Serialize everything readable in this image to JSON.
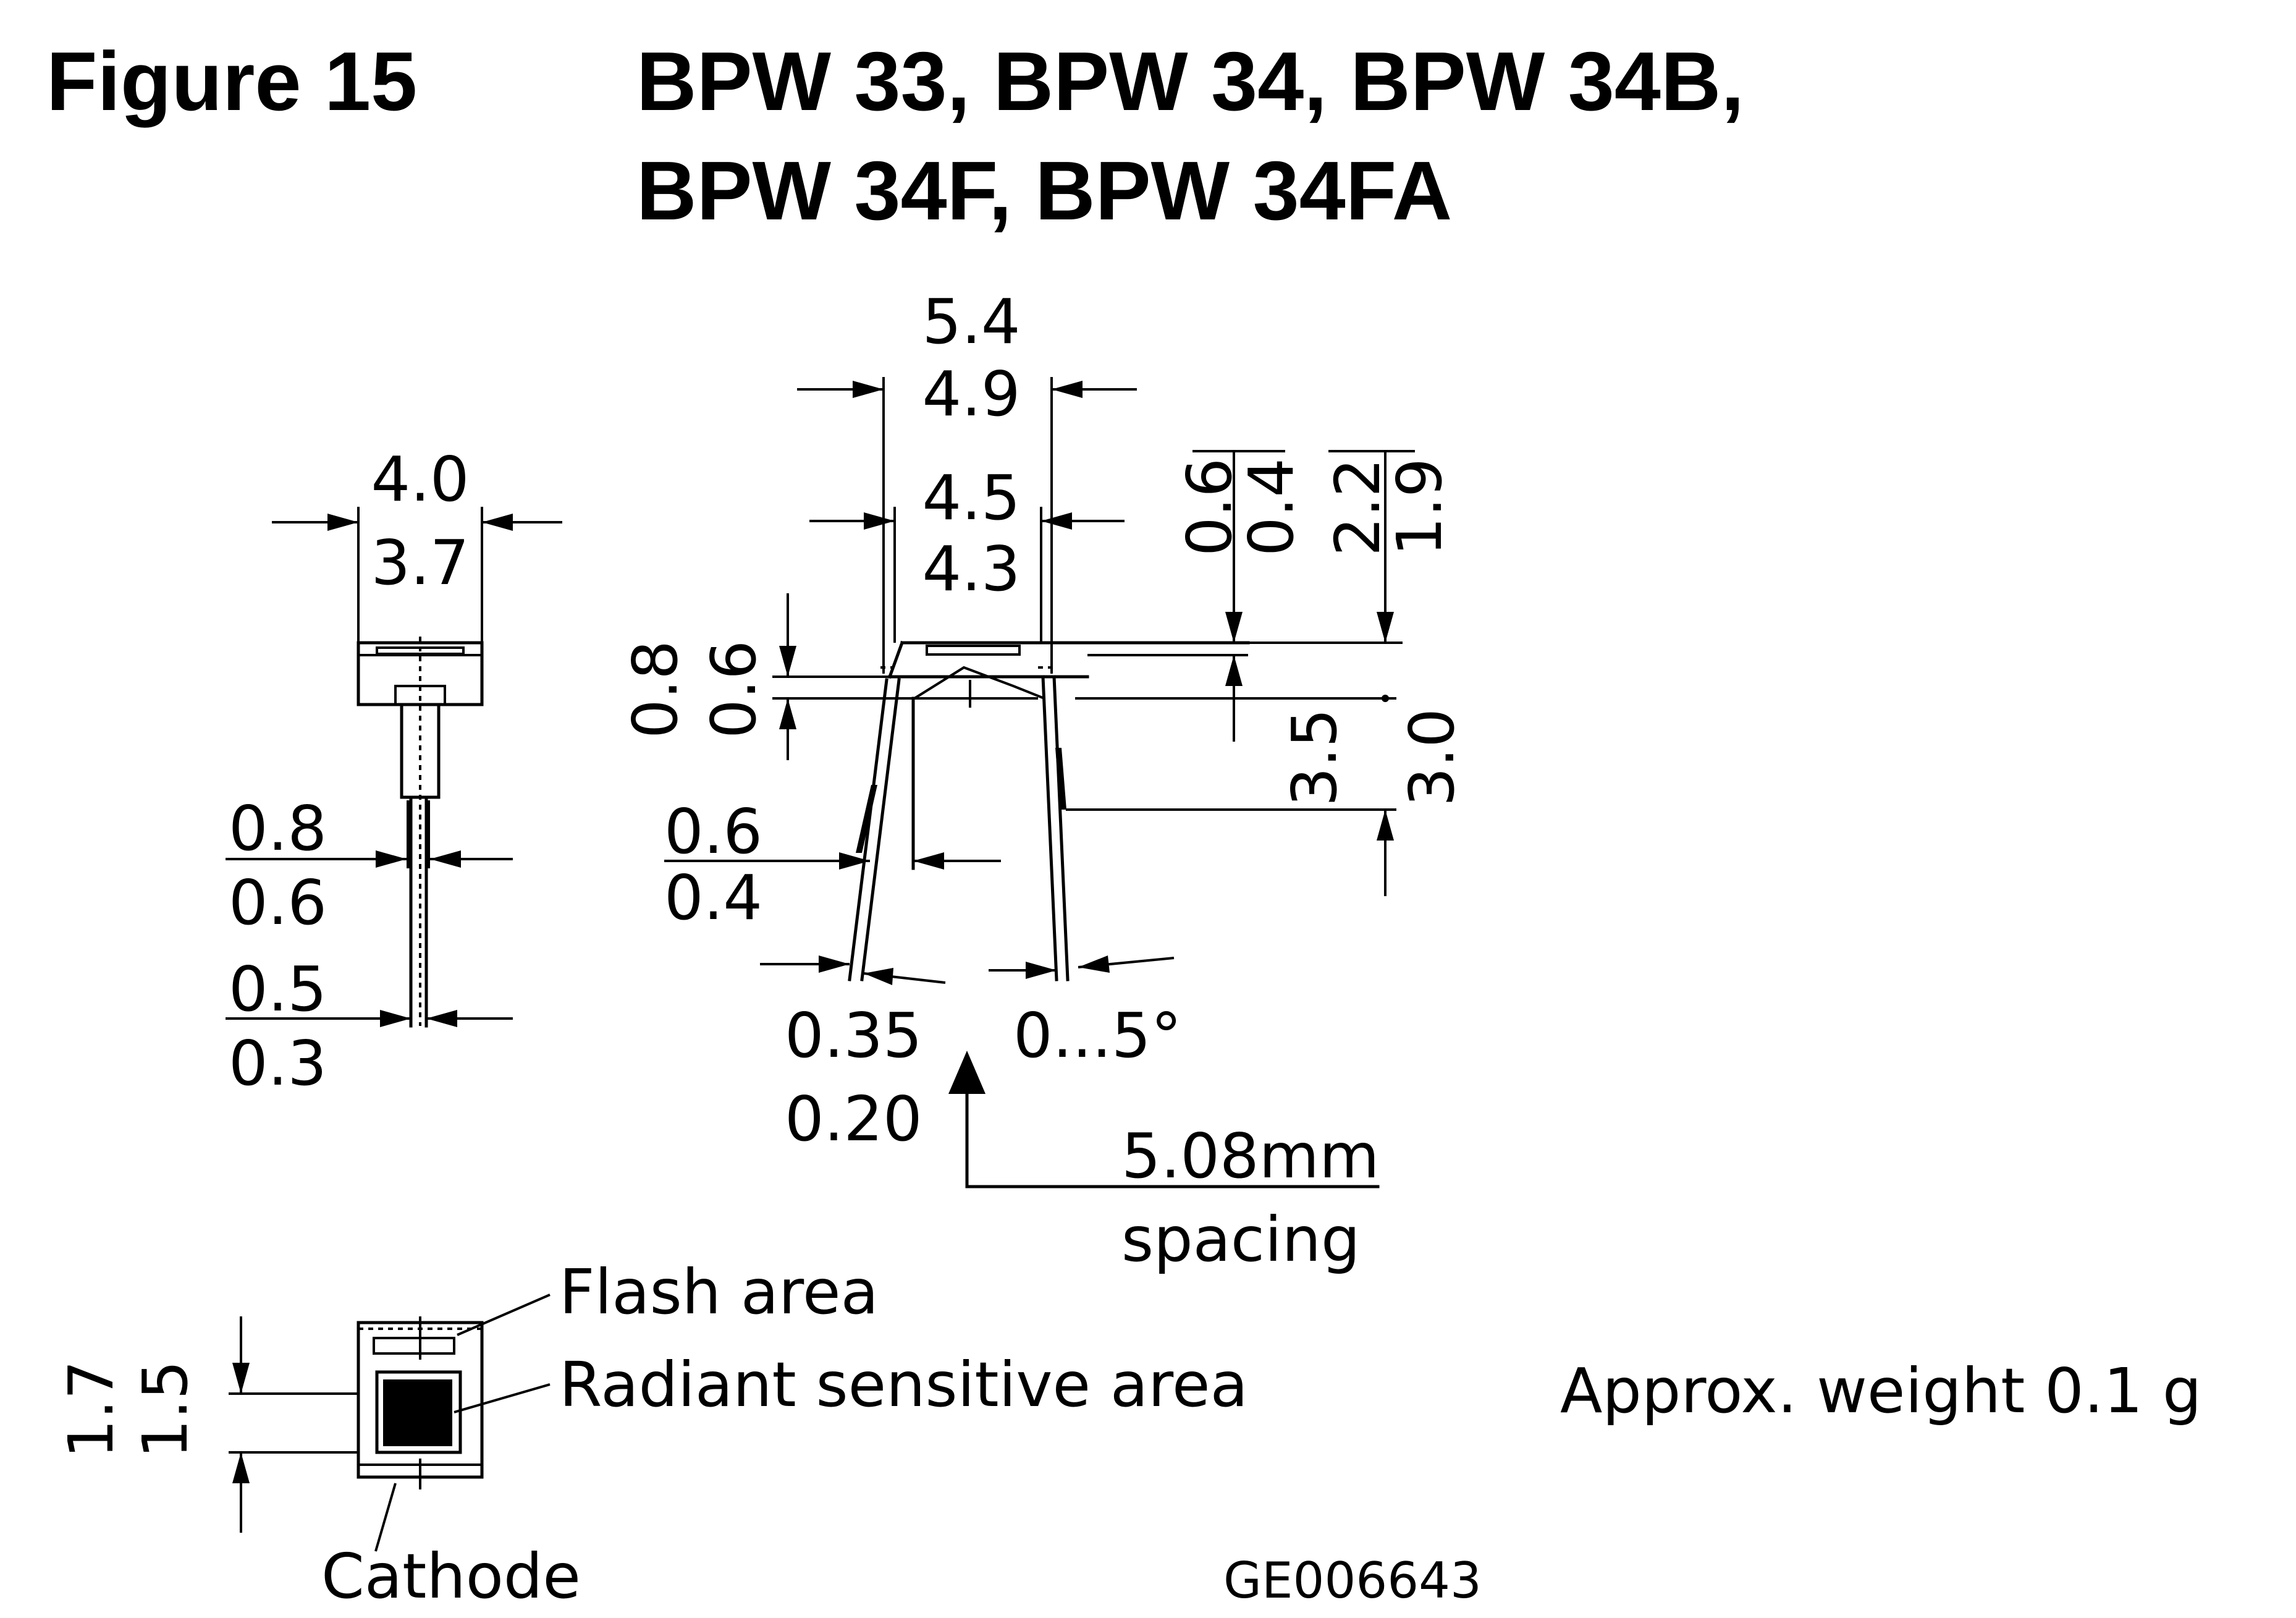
{
  "figure": {
    "label": "Figure 15",
    "title_line1": "BPW 33, BPW 34, BPW 34B,",
    "title_line2": "BPW 34F, BPW 34FA"
  },
  "side_view": {
    "width_max": "4.0",
    "width_min": "3.7",
    "lead_max": "0.8",
    "lead_min": "0.6",
    "lead2_max": "0.5",
    "lead2_min": "0.3"
  },
  "front_view": {
    "outer_max": "5.4",
    "outer_min": "4.9",
    "inner_max": "4.5",
    "inner_min": "4.3",
    "top_a_max": "0.6",
    "top_a_min": "0.4",
    "top_b_max": "2.2",
    "top_b_min": "1.9",
    "left_max": "0.8",
    "left_min": "0.6",
    "right_max": "3.5",
    "right_min": "3.0",
    "lead_max": "0.6",
    "lead_min": "0.4",
    "pin_max": "0.35",
    "pin_min": "0.20",
    "angle": "0...5°",
    "spacing_value": "5.08mm",
    "spacing_label": "spacing"
  },
  "top_view": {
    "height_max": "1.7",
    "height_min": "1.5",
    "flash_label": "Flash area",
    "radiant_label": "Radiant sensitive area",
    "cathode_label": "Cathode"
  },
  "weight_note": "Approx. weight 0.1 g",
  "drawing_code": "GE006643"
}
